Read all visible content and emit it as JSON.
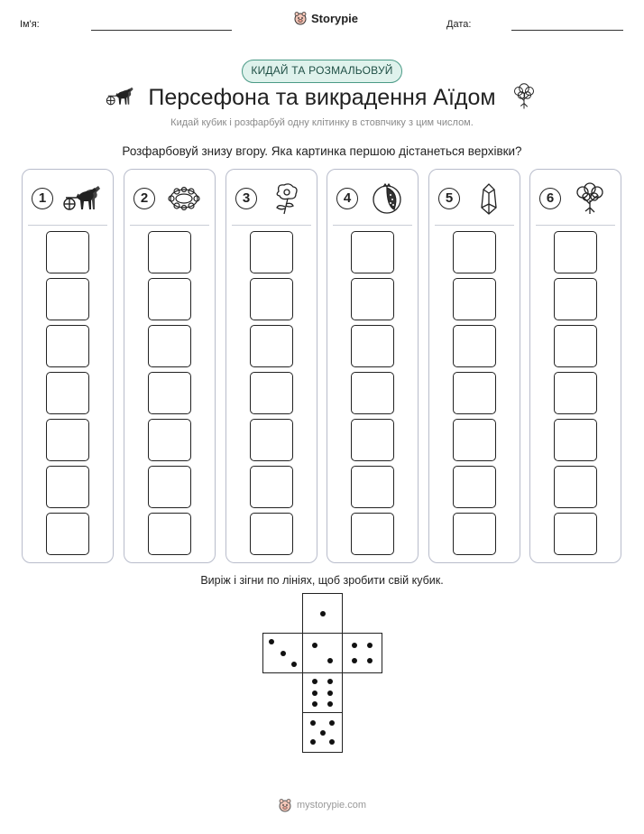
{
  "header": {
    "name_label": "Ім'я:",
    "date_label": "Дата:",
    "brand": "Storypie"
  },
  "badge": "КИДАЙ ТА РОЗМАЛЬОВУЙ",
  "title": "Персефона та викрадення Аїдом",
  "subtitle": "Кидай кубик і розфарбуй одну клітинку в стовпчику з цим числом.",
  "instruction": "Розфарбовуй знизу вгору. Яка картинка першою дістанеться верхівки?",
  "columns": [
    {
      "number": "1",
      "icon": "chariot-icon"
    },
    {
      "number": "2",
      "icon": "flower-wreath-icon"
    },
    {
      "number": "3",
      "icon": "poppy-icon"
    },
    {
      "number": "4",
      "icon": "pomegranate-icon"
    },
    {
      "number": "5",
      "icon": "crystal-icon"
    },
    {
      "number": "6",
      "icon": "tree-icon"
    }
  ],
  "cells_per_column": 7,
  "cut_instruction": "Виріж і зігни по лініях, щоб зробити свій кубик.",
  "die_faces": [
    1,
    3,
    2,
    4,
    6,
    5
  ],
  "footer": "mystorypie.com"
}
